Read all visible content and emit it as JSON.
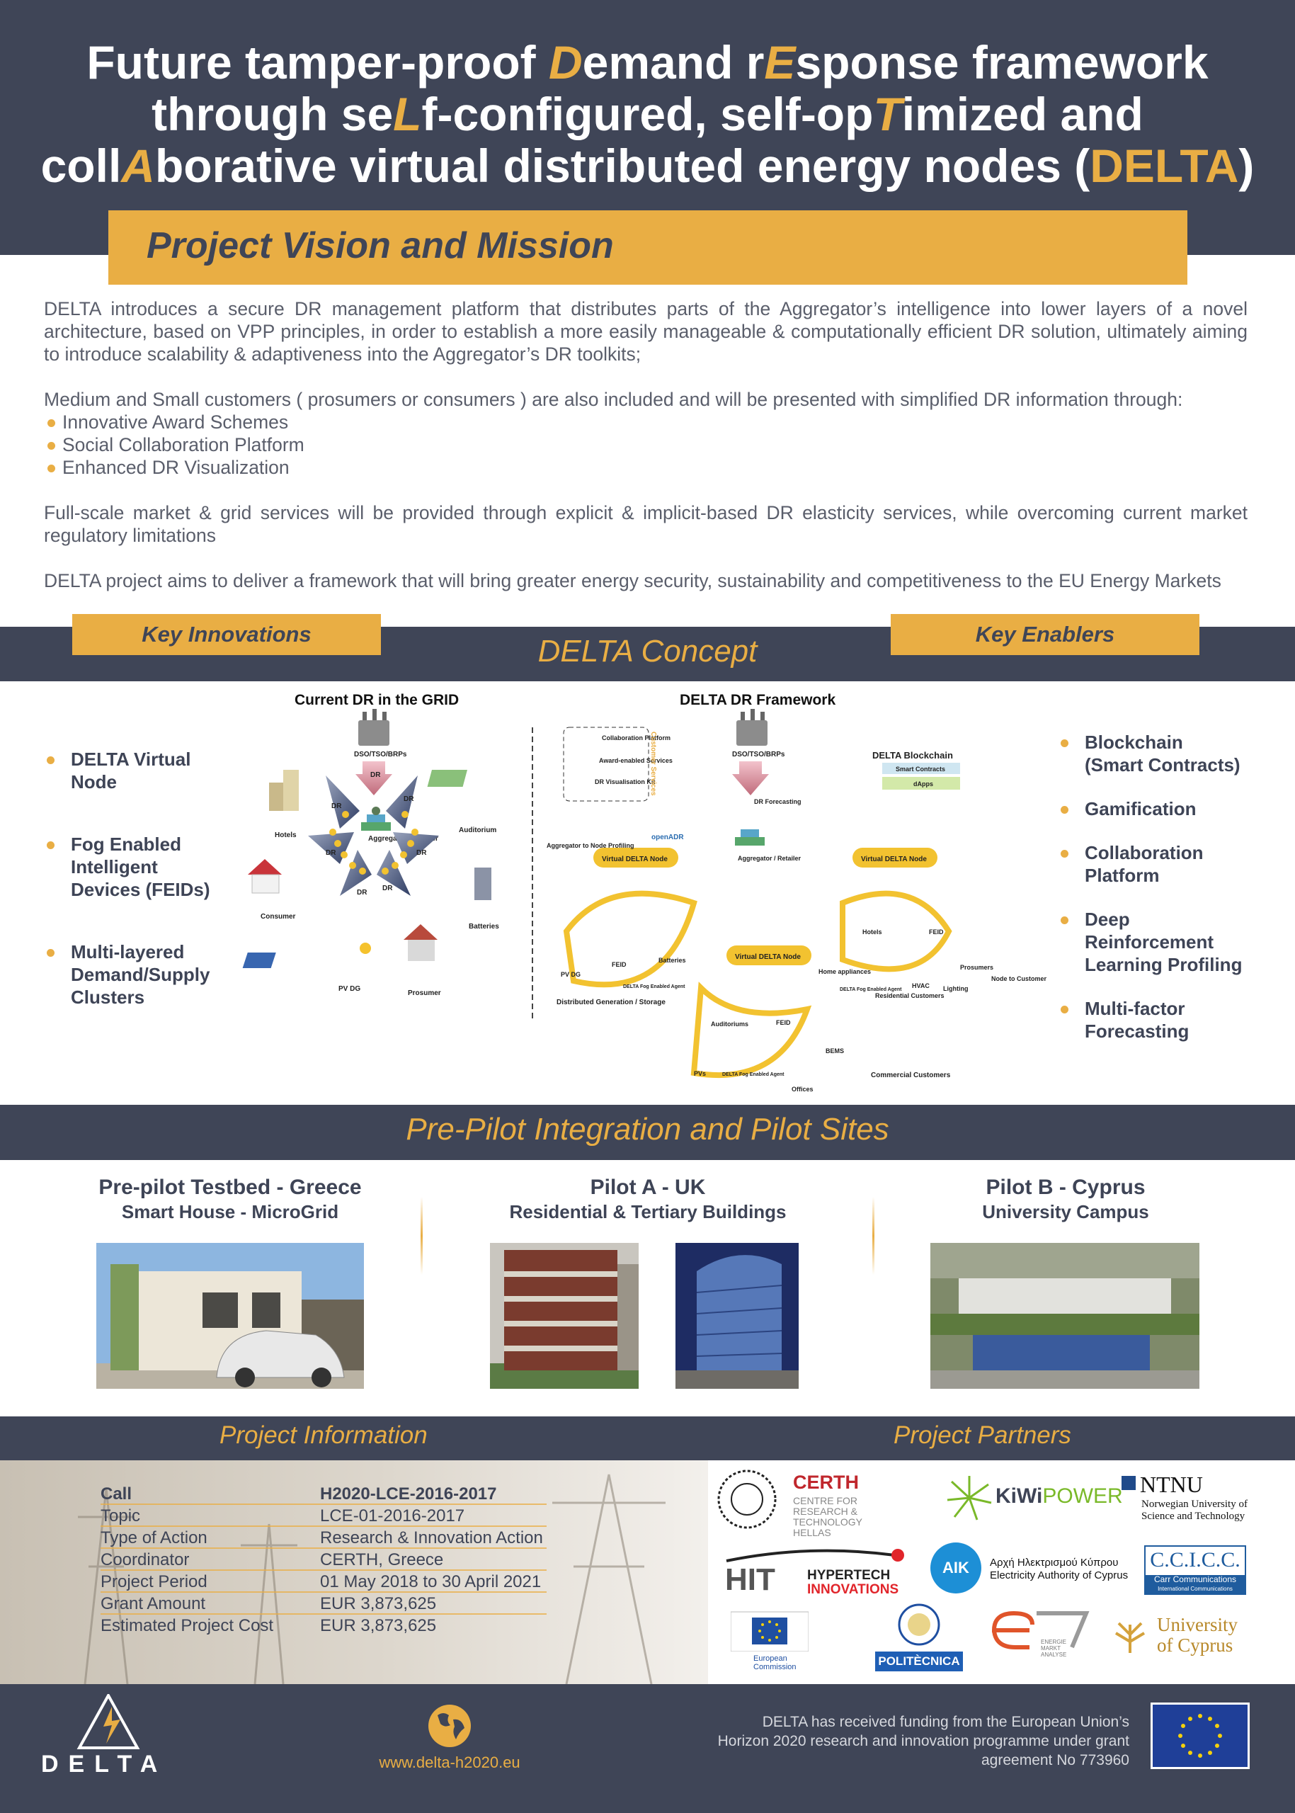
{
  "header": {
    "title_lines": [
      [
        "Future tamper-proof ",
        "D",
        "emand r",
        "E",
        "sponse framework"
      ],
      [
        "through se",
        "L",
        "f-configured, self-op",
        "T",
        "imized and"
      ],
      [
        "coll",
        "A",
        "borative virtual distributed energy nodes (",
        "DELTA",
        ")"
      ]
    ]
  },
  "vision": {
    "title": "Project Vision and Mission",
    "para1": "DELTA introduces a secure DR management platform that distributes parts of the Aggregator’s intelligence into lower layers of a novel architecture, based on VPP principles, in order to establish a more easily manageable & computationally efficient DR solution, ultimately aiming to introduce scalability & adaptiveness into the Aggregator’s DR toolkits;",
    "para2": "Medium and Small customers ( prosumers or consumers ) are also included and will be presented with simplified DR information through:",
    "bullets": [
      "Innovative Award Schemes",
      "Social Collaboration Platform",
      "Enhanced DR Visualization"
    ],
    "para3": "Full-scale market & grid services will be provided through explicit & implicit-based DR elasticity services, while overcoming current market regulatory limitations",
    "para4": "DELTA project aims to deliver a framework that will bring greater energy security, sustainability and competitiveness to the EU Energy Markets"
  },
  "concept": {
    "title": "DELTA Concept",
    "innovations_label": "Key Innovations",
    "enablers_label": "Key Enablers",
    "innovations": [
      [
        "DELTA Virtual",
        "Node"
      ],
      [
        "Fog Enabled",
        "Intelligent",
        "Devices (FEIDs)"
      ],
      [
        "Multi-layered",
        "Demand/Supply",
        "Clusters"
      ]
    ],
    "enablers": [
      [
        "Blockchain",
        "(Smart Contracts)"
      ],
      [
        "Gamification"
      ],
      [
        "Collaboration",
        "Platform"
      ],
      [
        "Deep",
        "Reinforcement",
        "Learning Profiling"
      ],
      [
        "Multi-factor",
        "Forecasting"
      ]
    ],
    "diagram": {
      "left_title": "Current DR in the GRID",
      "right_title": "DELTA DR Framework",
      "labels": {
        "dso": "DSO/TSO/BRPs",
        "dso2": "DSO/TSO/BRPs",
        "aggregator": "Aggregator / Retailer",
        "aggregator2": "Aggregator / Retailer",
        "hotels": "Hotels",
        "hotels2": "Hotels",
        "auditorium": "Auditorium",
        "auditoriums": "Auditoriums",
        "consumer": "Consumer",
        "batteries": "Batteries",
        "batteries2": "Batteries",
        "pvdg": "PV DG",
        "pvdg2": "PV DG",
        "prosumer": "Prosumer",
        "prosumers": "Prosumers",
        "dr": "DR",
        "vdn1": "Virtual DELTA Node",
        "vdn2": "Virtual DELTA Node",
        "vdn3": "Virtual DELTA Node",
        "feid1": "FEID",
        "feid2": "FEID",
        "feid3": "FEID",
        "blockchain": "DELTA Blockchain",
        "smart_contracts": "Smart Contracts",
        "dapps": "dApps",
        "collab": "Collaboration Platform",
        "award": "Award-enabled Services",
        "visual": "DR Visualisation Kit",
        "customer_services": "Customer Services",
        "forecasting": "DR Forecasting",
        "agg_profiling": "Aggregator to Node Profiling",
        "node_profiling": "Node to Customer Profiling",
        "dist_gen": "Distributed Generation / Storage",
        "home_appliances": "Home appliances",
        "hvac": "HVAC",
        "lighting": "Lighting",
        "residential": "Residential Customers",
        "commercial": "Commercial Customers",
        "bems": "BEMS",
        "offices": "Offices",
        "pvs": "PVs",
        "fog_agent1": "DELTA Fog Enabled Agent",
        "fog_agent2": "DELTA Fog Enabled Agent",
        "fog_agent3": "DELTA Fog Enabled Agent",
        "openadr": "openADR"
      }
    }
  },
  "pilots": {
    "title": "Pre-Pilot Integration and Pilot Sites",
    "sites": [
      {
        "title": "Pre-pilot Testbed - Greece",
        "subtitle": "Smart House - MicroGrid"
      },
      {
        "title": "Pilot A - UK",
        "subtitle": "Residential & Tertiary Buildings"
      },
      {
        "title": "Pilot B - Cyprus",
        "subtitle": "University Campus"
      }
    ]
  },
  "info": {
    "title": "Project  Information",
    "rows": [
      {
        "key": "Call",
        "value": "H2020-LCE-2016-2017"
      },
      {
        "key": "Topic",
        "value": "LCE-01-2016-2017"
      },
      {
        "key": "Type of Action",
        "value": "Research & Innovation Action"
      },
      {
        "key": "Coordinator",
        "value": "CERTH, Greece"
      },
      {
        "key": "Project Period",
        "value": "01 May 2018 to 30 April 2021"
      },
      {
        "key": "Grant Amount",
        "value": "EUR 3,873,625"
      },
      {
        "key": "Estimated Project Cost",
        "value": "EUR 3,873,625"
      }
    ]
  },
  "partners": {
    "title": "Project  Partners",
    "certh": {
      "name": "CERTH",
      "sub1": "CENTRE FOR",
      "sub2": "RESEARCH & TECHNOLOGY",
      "sub3": "HELLAS"
    },
    "kiwi": {
      "a": "KiWi",
      "b": "POWER"
    },
    "ntnu": {
      "name": "NTNU",
      "sub1": "Norwegian University of",
      "sub2": "Science and Technology"
    },
    "hit": {
      "a": "HIT",
      "b": "HYPERTECH",
      "c": "INNOVATIONS"
    },
    "eac": {
      "mark": "AIK",
      "line1": "Αρχή Ηλεκτρισμού Κύπρου",
      "line2": "Electricity Authority of Cyprus"
    },
    "ccicc": {
      "name": "C.C.I.C.C.",
      "sub": "Carr Communications",
      "sub2": "International Communications Consultants"
    },
    "ec": {
      "line1": "European",
      "line2": "Commission"
    },
    "poli": {
      "name": "POLITÈCNICA"
    },
    "e7": {
      "line1": "ENERGIE",
      "line2": "MARKT",
      "line3": "ANALYSE"
    },
    "ucy": {
      "line1": "University",
      "line2": "of Cyprus"
    }
  },
  "footer": {
    "logo_text": "DELTA",
    "website": "www.delta-h2020.eu",
    "funding": "DELTA has received funding from the European Union’s Horizon 2020 research and innovation programme under grant agreement No 773960"
  },
  "colors": {
    "navy": "#3f4557",
    "accent": "#e9ae44"
  }
}
